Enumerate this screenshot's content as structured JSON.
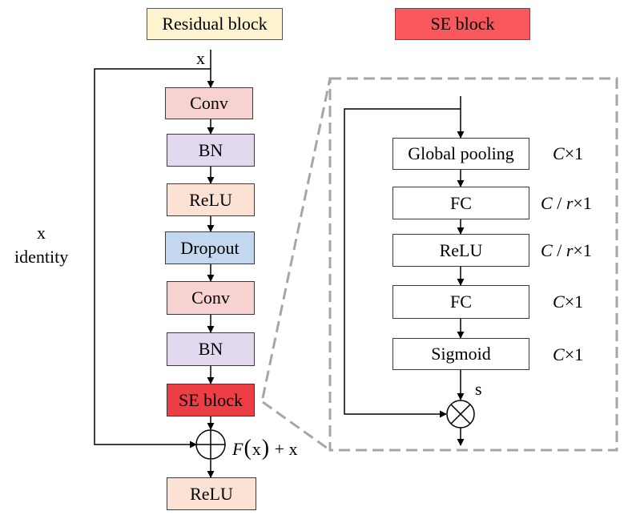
{
  "titles": {
    "residual": "Residual block",
    "se": "SE block"
  },
  "colors": {
    "residual_title_fill": "#fdf3cf",
    "se_title_fill": "#f8585c",
    "conv_fill": "#f8d2d0",
    "bn_fill": "#e3d9ee",
    "relu_fill": "#fce2d5",
    "dropout_fill": "#c3d7ee",
    "se_block_fill": "#ee3e45",
    "se_box_fill": "#ffffff",
    "dash_border": "#a6a6a6"
  },
  "residual_block": {
    "input_label": "x",
    "identity_label_top": "x",
    "identity_label_bottom": "identity",
    "layers": [
      "Conv",
      "BN",
      "ReLU",
      "Dropout",
      "Conv",
      "BN",
      "SE block"
    ],
    "output_layer": "ReLU",
    "sum_expr": {
      "f": "F",
      "open": "(",
      "arg": "x",
      "close": ")",
      "rest": " + x"
    }
  },
  "se_block": {
    "layers": [
      "Global pooling",
      "FC",
      "ReLU",
      "FC",
      "Sigmoid"
    ],
    "dims": [
      {
        "var": "C",
        "rest": "×1"
      },
      {
        "var": "C",
        "mid": " / ",
        "var2": "r",
        "rest": "×1"
      },
      {
        "var": "C",
        "mid": " / ",
        "var2": "r",
        "rest": "×1"
      },
      {
        "var": "C",
        "rest": "×1"
      },
      {
        "var": "C",
        "rest": "×1"
      }
    ],
    "scale_label": "s"
  }
}
